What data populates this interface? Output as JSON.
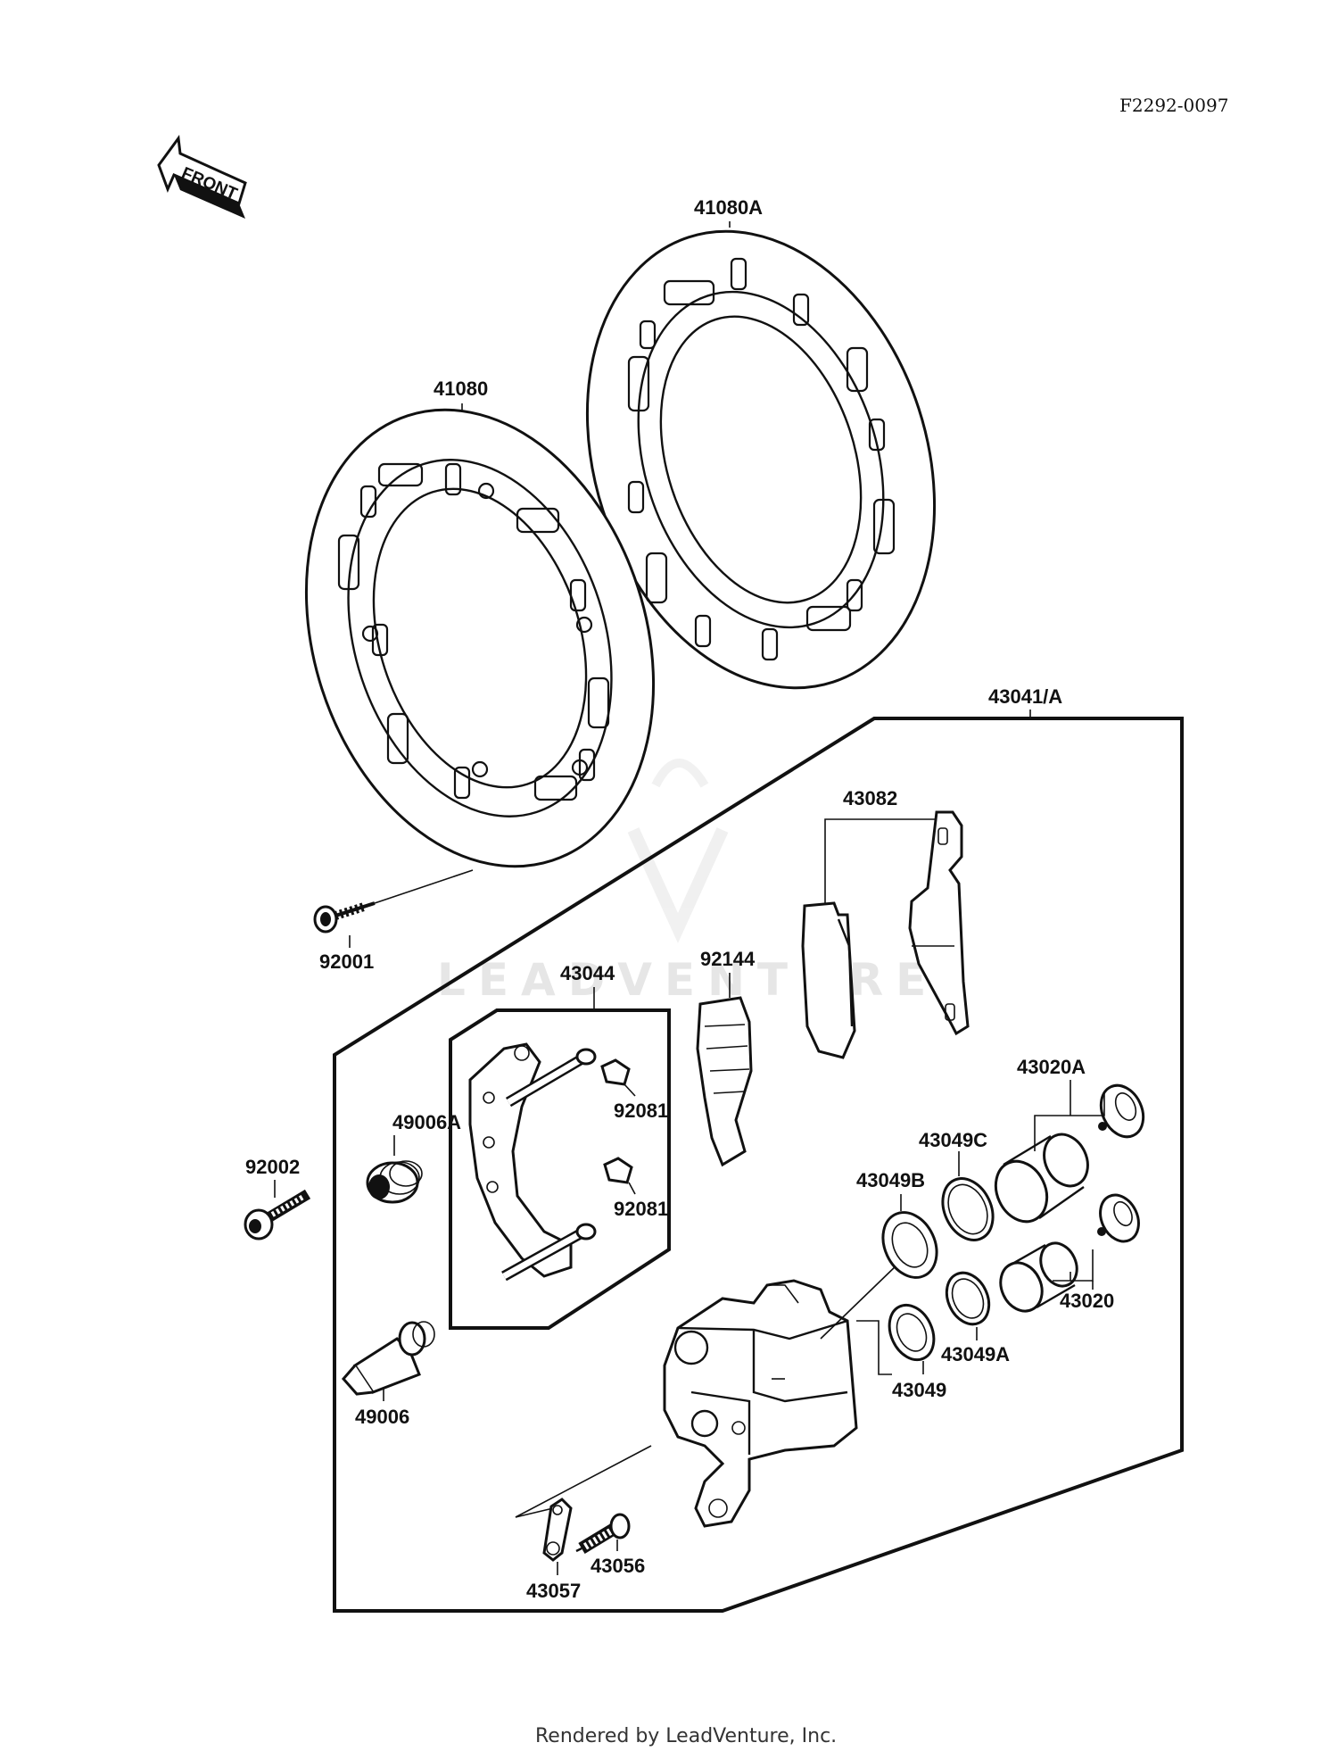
{
  "diagram_code": "F2292-0097",
  "front_arrow_label": "FRONT",
  "watermark": "LEADVENTURE",
  "footer": "Rendered by LeadVenture, Inc.",
  "labels": {
    "p41080A": "41080A",
    "p41080": "41080",
    "p43041A": "43041/A",
    "p43082": "43082",
    "p92001": "92001",
    "p43044": "43044",
    "p92144": "92144",
    "p43020A": "43020A",
    "p49006A": "49006A",
    "p92081a": "92081",
    "p92081b": "92081",
    "p43049C": "43049C",
    "p92002": "92002",
    "p43049B": "43049B",
    "p43020": "43020",
    "p43049A": "43049A",
    "p49006": "49006",
    "p43049": "43049",
    "p43056": "43056",
    "p43057": "43057"
  }
}
